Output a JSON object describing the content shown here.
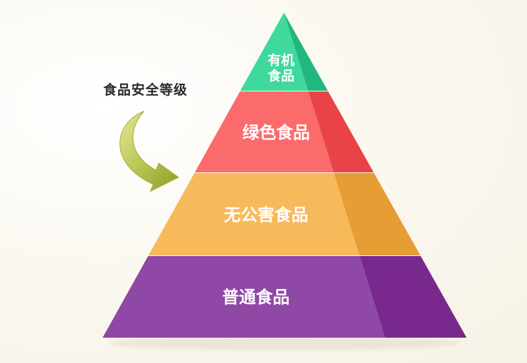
{
  "caption": "食品安全等级",
  "tiers": [
    {
      "label_lines": [
        "有机",
        "食品"
      ],
      "front_color": "#3fd89d",
      "side_color": "#22b77e"
    },
    {
      "label_lines": [
        "绿色食品"
      ],
      "front_color": "#fb6b6c",
      "side_color": "#e84447"
    },
    {
      "label_lines": [
        "无公害食品"
      ],
      "front_color": "#f8b95a",
      "side_color": "#e59d34"
    },
    {
      "label_lines": [
        "普通食品"
      ],
      "front_color": "#8f48a5",
      "side_color": "#79288e"
    }
  ],
  "arrow_color": "#b7c24a"
}
